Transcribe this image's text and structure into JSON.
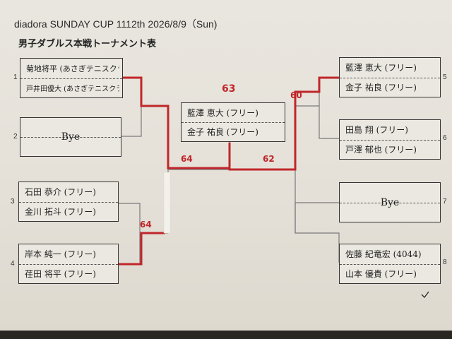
{
  "header": {
    "title": "diadora SUNDAY CUP 1112th 2026/8/9（Sun)",
    "subtitle": "男子ダブルス本戦トーナメント表"
  },
  "entries": [
    {
      "seed": "1",
      "p1": "菊地将平 (あさぎテニスクラブ)",
      "p2": "戸井田優大 (あさぎテニスクラブ)"
    },
    {
      "seed": "2",
      "bye": "Bye"
    },
    {
      "seed": "3",
      "p1": "石田 恭介 (フリー)",
      "p2": "金川 拓斗 (フリー)"
    },
    {
      "seed": "4",
      "p1": "岸本 純一 (フリー)",
      "p2": "荏田 将平 (フリー)"
    },
    {
      "seed": "5",
      "p1": "藍澤 恵大 (フリー)",
      "p2": "金子 祐良 (フリー)"
    },
    {
      "seed": "6",
      "p1": "田島 翔 (フリー)",
      "p2": "戸澤 郁也 (フリー)"
    },
    {
      "seed": "7",
      "bye": "Bye"
    },
    {
      "seed": "8",
      "p1": "佐藤 紀竜宏 (4044)",
      "p2": "山本 優貴 (フリー)"
    }
  ],
  "champion": {
    "p1": "藍澤 恵大 (フリー)",
    "p2": "金子 祐良 (フリー)"
  },
  "scores": {
    "final": "63",
    "semi_left": "64",
    "semi_right": "62",
    "qf_34": "64",
    "qf_56": "60"
  },
  "colors": {
    "winner_line": "#c0262a",
    "bracket_line": "#7a7a7a"
  }
}
